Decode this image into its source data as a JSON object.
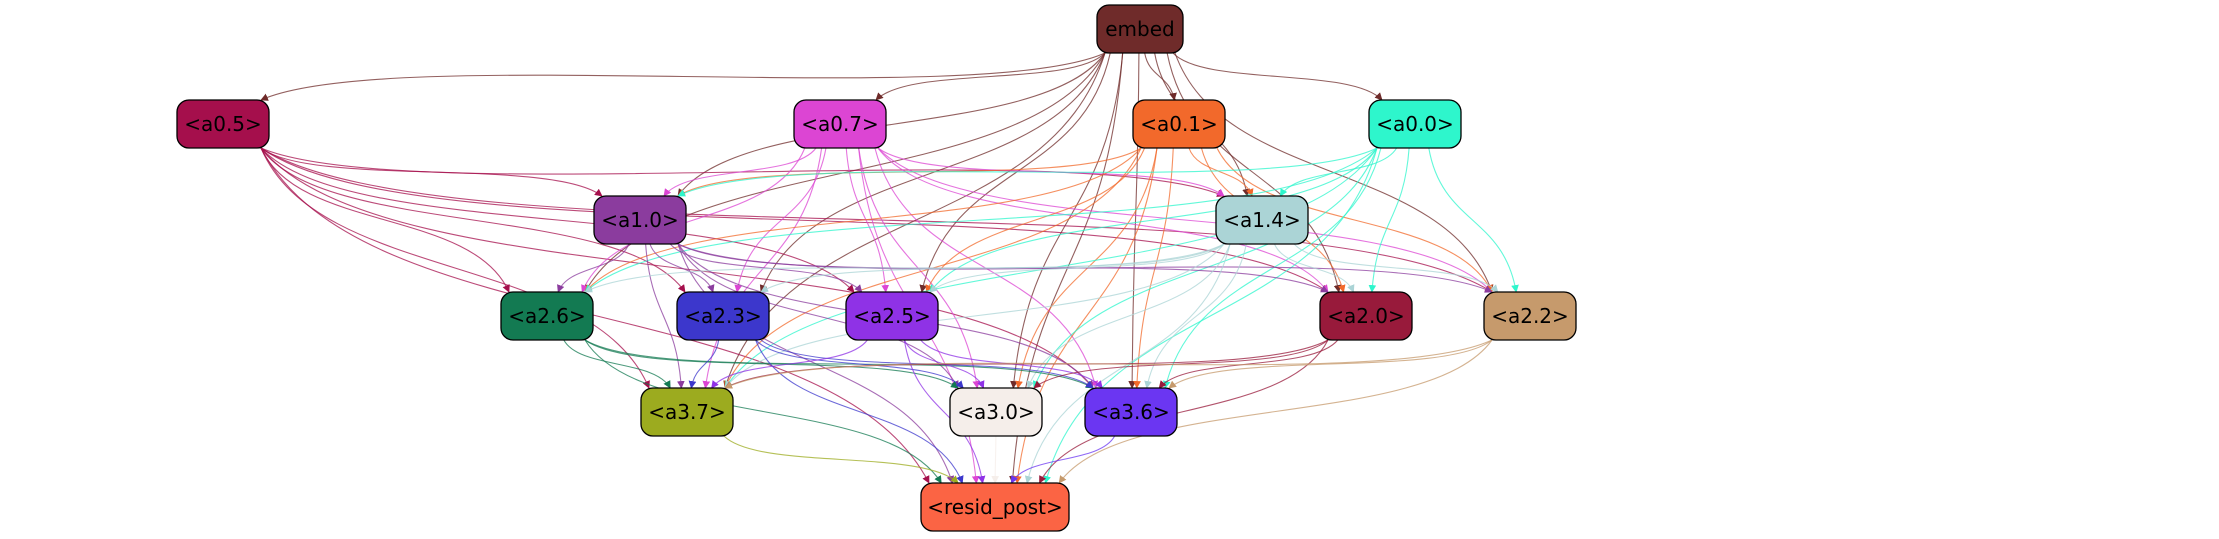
{
  "graph": {
    "nodes": [
      {
        "id": "embed",
        "label": "embed",
        "fill": "#6f2b2a"
      },
      {
        "id": "a0_5",
        "label": "<a0.5>",
        "fill": "#a50f4c"
      },
      {
        "id": "a0_7",
        "label": "<a0.7>",
        "fill": "#dc45d3"
      },
      {
        "id": "a0_1",
        "label": "<a0.1>",
        "fill": "#f2692b"
      },
      {
        "id": "a0_0",
        "label": "<a0.0>",
        "fill": "#2ef6cc"
      },
      {
        "id": "a1_0",
        "label": "<a1.0>",
        "fill": "#8b3c9e"
      },
      {
        "id": "a1_4",
        "label": "<a1.4>",
        "fill": "#abd4d6"
      },
      {
        "id": "a2_6",
        "label": "<a2.6>",
        "fill": "#137a52"
      },
      {
        "id": "a2_3",
        "label": "<a2.3>",
        "fill": "#3c37cc"
      },
      {
        "id": "a2_5",
        "label": "<a2.5>",
        "fill": "#8f32e6"
      },
      {
        "id": "a2_0",
        "label": "<a2.0>",
        "fill": "#981a3b"
      },
      {
        "id": "a2_2",
        "label": "<a2.2>",
        "fill": "#c69a6c"
      },
      {
        "id": "a3_7",
        "label": "<a3.7>",
        "fill": "#9cab1f"
      },
      {
        "id": "a3_0",
        "label": "<a3.0>",
        "fill": "#f5eeea"
      },
      {
        "id": "a3_6",
        "label": "<a3.6>",
        "fill": "#6b36f2"
      },
      {
        "id": "resid_post",
        "label": "<resid_post>",
        "fill": "#fb6444"
      }
    ],
    "edges": [
      [
        "embed",
        "a0_5"
      ],
      [
        "embed",
        "a0_7"
      ],
      [
        "embed",
        "a0_1"
      ],
      [
        "embed",
        "a0_0"
      ],
      [
        "embed",
        "a1_0"
      ],
      [
        "embed",
        "a1_4"
      ],
      [
        "embed",
        "a2_6"
      ],
      [
        "embed",
        "a2_3"
      ],
      [
        "embed",
        "a2_5"
      ],
      [
        "embed",
        "a2_0"
      ],
      [
        "embed",
        "a2_2"
      ],
      [
        "embed",
        "a3_7"
      ],
      [
        "embed",
        "a3_0"
      ],
      [
        "embed",
        "a3_6"
      ],
      [
        "embed",
        "resid_post"
      ],
      [
        "a0_5",
        "a1_0"
      ],
      [
        "a0_5",
        "a1_4"
      ],
      [
        "a0_5",
        "a2_6"
      ],
      [
        "a0_5",
        "a2_3"
      ],
      [
        "a0_5",
        "a2_5"
      ],
      [
        "a0_5",
        "a2_0"
      ],
      [
        "a0_5",
        "a2_2"
      ],
      [
        "a0_5",
        "a3_7"
      ],
      [
        "a0_5",
        "a3_6"
      ],
      [
        "a0_5",
        "resid_post"
      ],
      [
        "a0_7",
        "a1_0"
      ],
      [
        "a0_7",
        "a1_4"
      ],
      [
        "a0_7",
        "a2_6"
      ],
      [
        "a0_7",
        "a2_3"
      ],
      [
        "a0_7",
        "a2_5"
      ],
      [
        "a0_7",
        "a2_0"
      ],
      [
        "a0_7",
        "a2_2"
      ],
      [
        "a0_7",
        "a3_7"
      ],
      [
        "a0_7",
        "a3_0"
      ],
      [
        "a0_7",
        "a3_6"
      ],
      [
        "a0_7",
        "resid_post"
      ],
      [
        "a0_1",
        "a1_0"
      ],
      [
        "a0_1",
        "a1_4"
      ],
      [
        "a0_1",
        "a2_6"
      ],
      [
        "a0_1",
        "a2_5"
      ],
      [
        "a0_1",
        "a2_0"
      ],
      [
        "a0_1",
        "a2_2"
      ],
      [
        "a0_1",
        "a3_7"
      ],
      [
        "a0_1",
        "a3_0"
      ],
      [
        "a0_1",
        "a3_6"
      ],
      [
        "a0_1",
        "resid_post"
      ],
      [
        "a0_0",
        "a1_0"
      ],
      [
        "a0_0",
        "a1_4"
      ],
      [
        "a0_0",
        "a2_6"
      ],
      [
        "a0_0",
        "a2_5"
      ],
      [
        "a0_0",
        "a2_0"
      ],
      [
        "a0_0",
        "a2_2"
      ],
      [
        "a0_0",
        "a3_7"
      ],
      [
        "a0_0",
        "a3_0"
      ],
      [
        "a0_0",
        "a3_6"
      ],
      [
        "a0_0",
        "resid_post"
      ],
      [
        "a1_0",
        "a2_6"
      ],
      [
        "a1_0",
        "a2_3"
      ],
      [
        "a1_0",
        "a2_5"
      ],
      [
        "a1_0",
        "a2_0"
      ],
      [
        "a1_0",
        "a2_2"
      ],
      [
        "a1_0",
        "a3_7"
      ],
      [
        "a1_0",
        "a3_0"
      ],
      [
        "a1_0",
        "a3_6"
      ],
      [
        "a1_0",
        "resid_post"
      ],
      [
        "a1_4",
        "a2_6"
      ],
      [
        "a1_4",
        "a2_3"
      ],
      [
        "a1_4",
        "a2_5"
      ],
      [
        "a1_4",
        "a2_0"
      ],
      [
        "a1_4",
        "a2_2"
      ],
      [
        "a1_4",
        "a3_7"
      ],
      [
        "a1_4",
        "a3_0"
      ],
      [
        "a1_4",
        "a3_6"
      ],
      [
        "a1_4",
        "resid_post"
      ],
      [
        "a2_6",
        "a3_7"
      ],
      [
        "a2_6",
        "a3_0"
      ],
      [
        "a2_6",
        "a3_6"
      ],
      [
        "a2_6",
        "resid_post"
      ],
      [
        "a2_3",
        "a3_7"
      ],
      [
        "a2_3",
        "a3_0"
      ],
      [
        "a2_3",
        "a3_6"
      ],
      [
        "a2_3",
        "resid_post"
      ],
      [
        "a2_5",
        "a3_7"
      ],
      [
        "a2_5",
        "a3_0"
      ],
      [
        "a2_5",
        "a3_6"
      ],
      [
        "a2_5",
        "resid_post"
      ],
      [
        "a2_0",
        "a3_7"
      ],
      [
        "a2_0",
        "a3_0"
      ],
      [
        "a2_0",
        "a3_6"
      ],
      [
        "a2_0",
        "resid_post"
      ],
      [
        "a2_2",
        "a3_7"
      ],
      [
        "a2_2",
        "a3_6"
      ],
      [
        "a2_2",
        "resid_post"
      ],
      [
        "a3_7",
        "resid_post"
      ],
      [
        "a3_0",
        "resid_post"
      ],
      [
        "a3_6",
        "resid_post"
      ]
    ]
  }
}
